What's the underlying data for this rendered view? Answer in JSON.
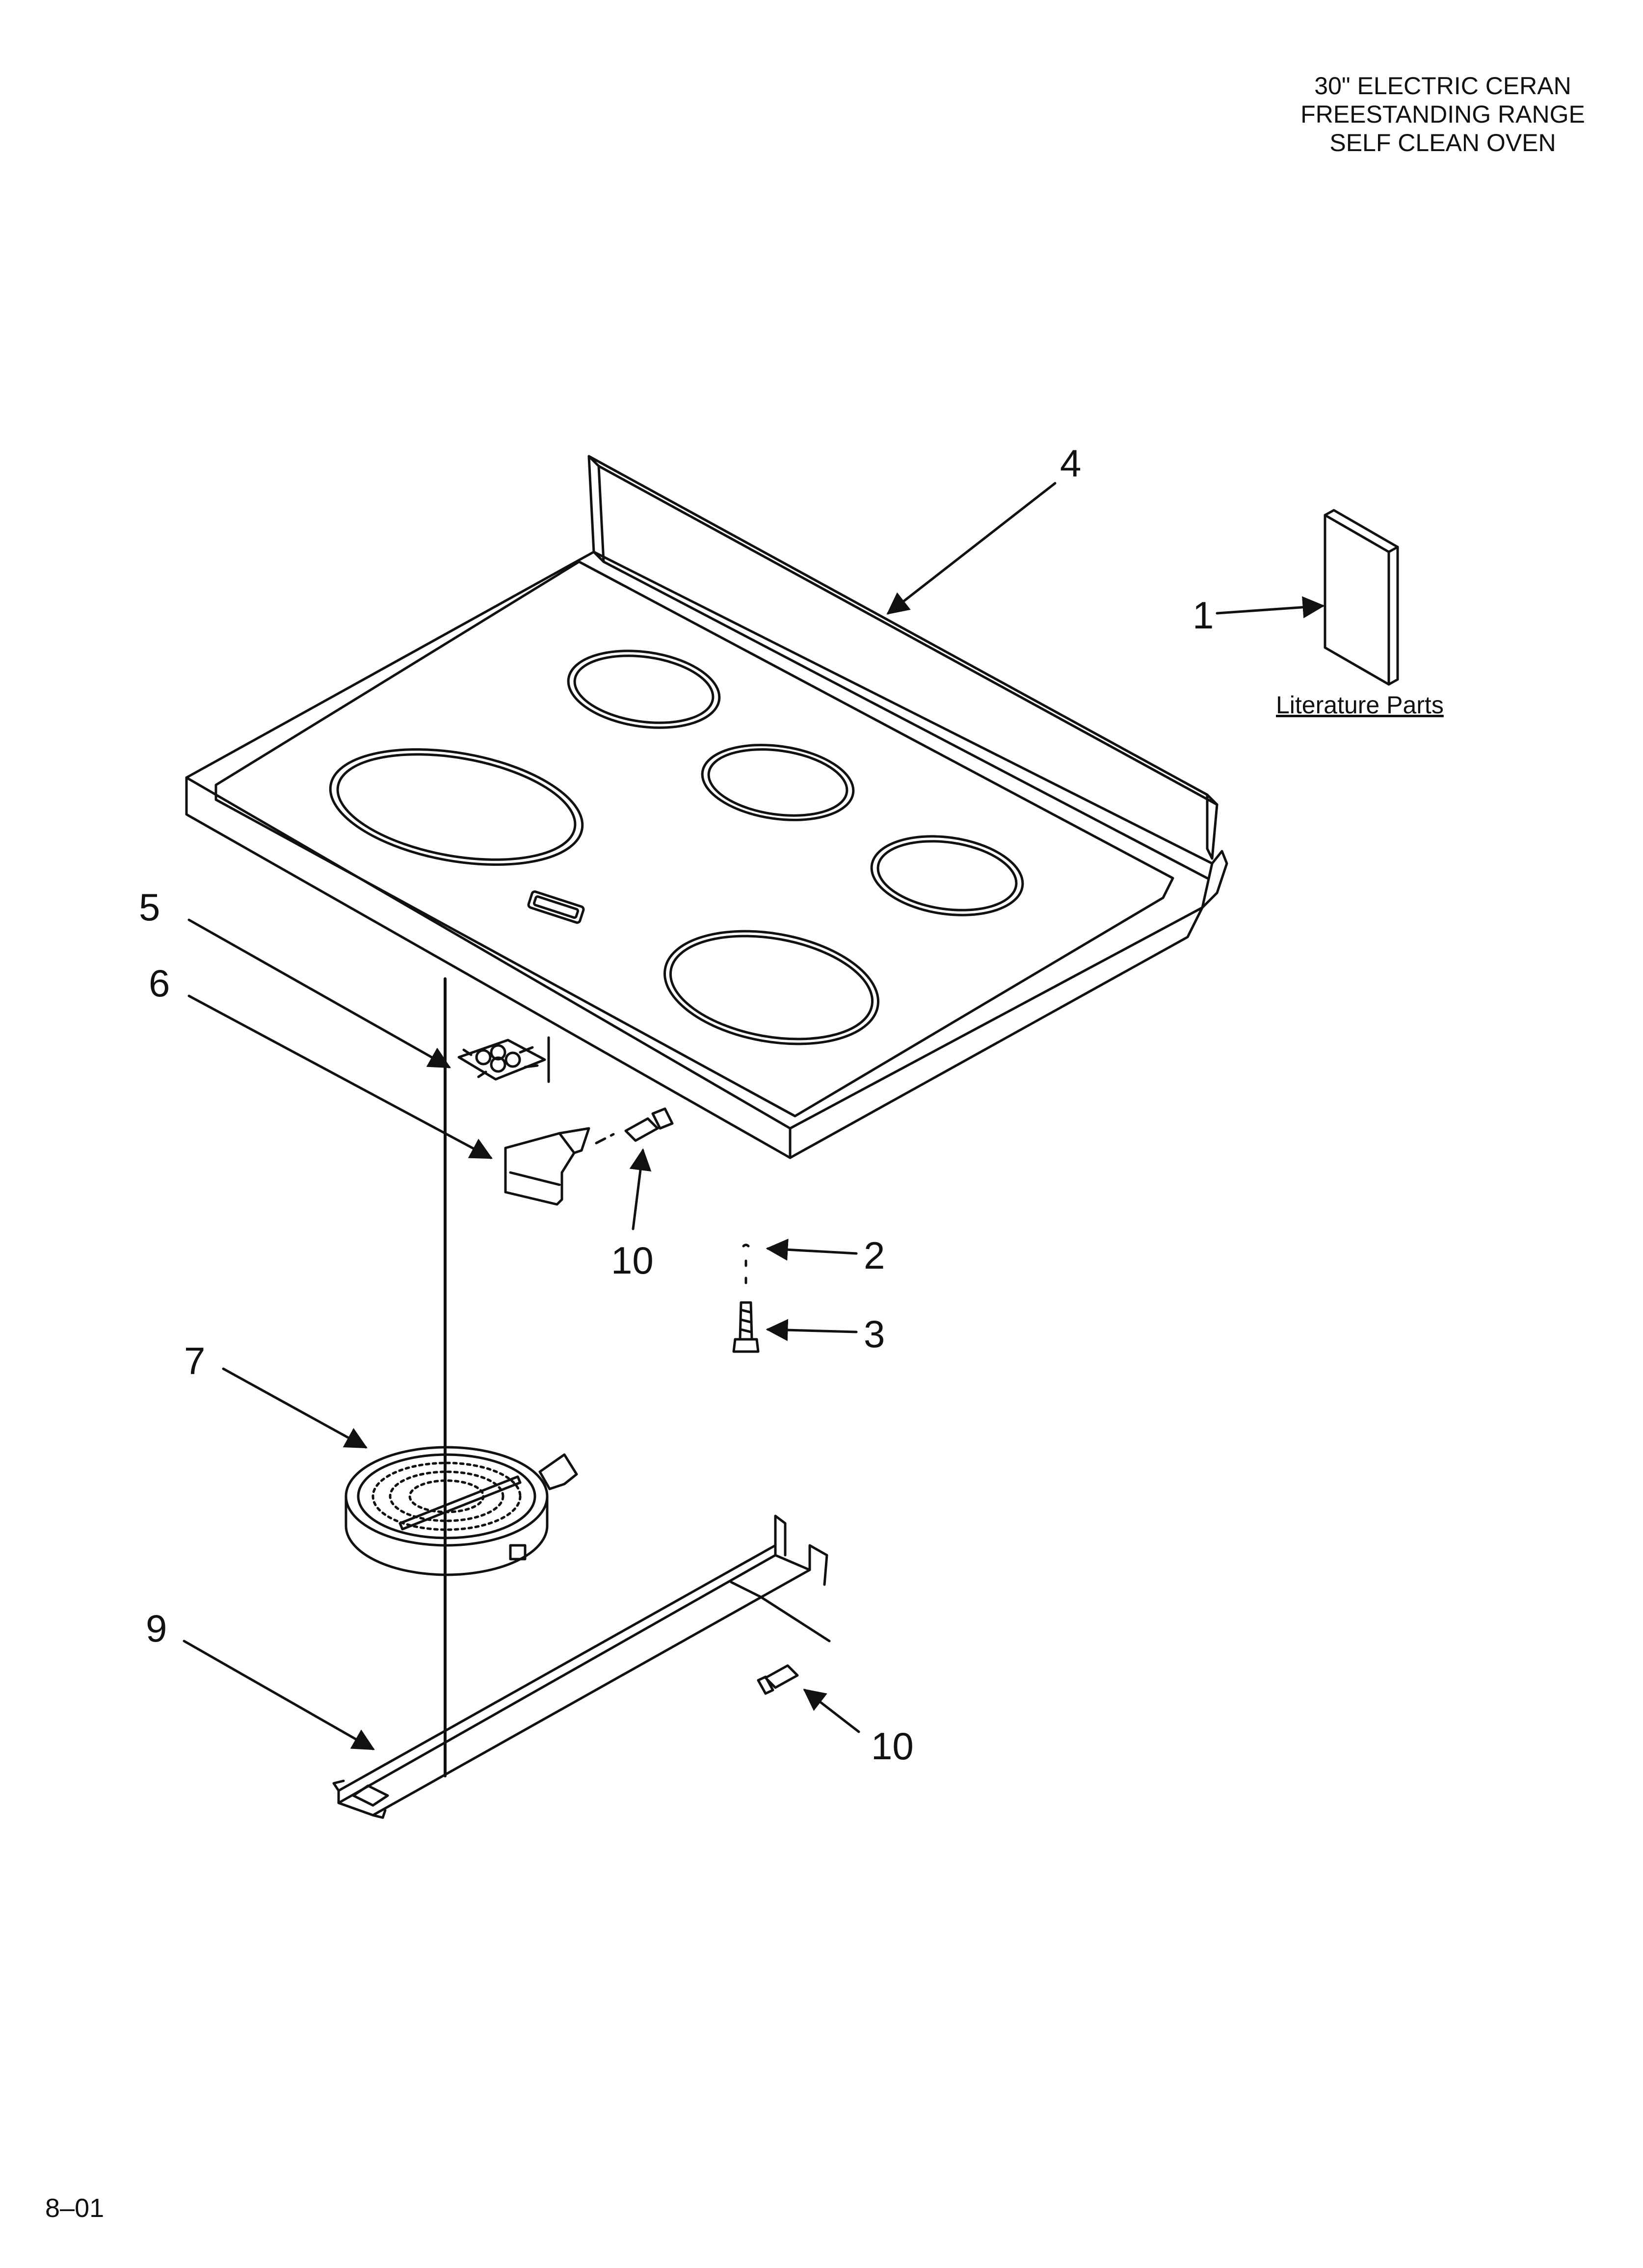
{
  "title": {
    "line1": "30\" ELECTRIC CERAN",
    "line2": "FREESTANDING RANGE",
    "line3": "SELF CLEAN OVEN"
  },
  "literature_label": "Literature Parts",
  "footer": "8–01",
  "callouts": {
    "c1": "1",
    "c2": "2",
    "c3": "3",
    "c4": "4",
    "c5": "5",
    "c6": "6",
    "c7": "7",
    "c9": "9",
    "c10a": "10",
    "c10b": "10"
  },
  "colors": {
    "line": "#111111",
    "paper": "#ffffff"
  }
}
